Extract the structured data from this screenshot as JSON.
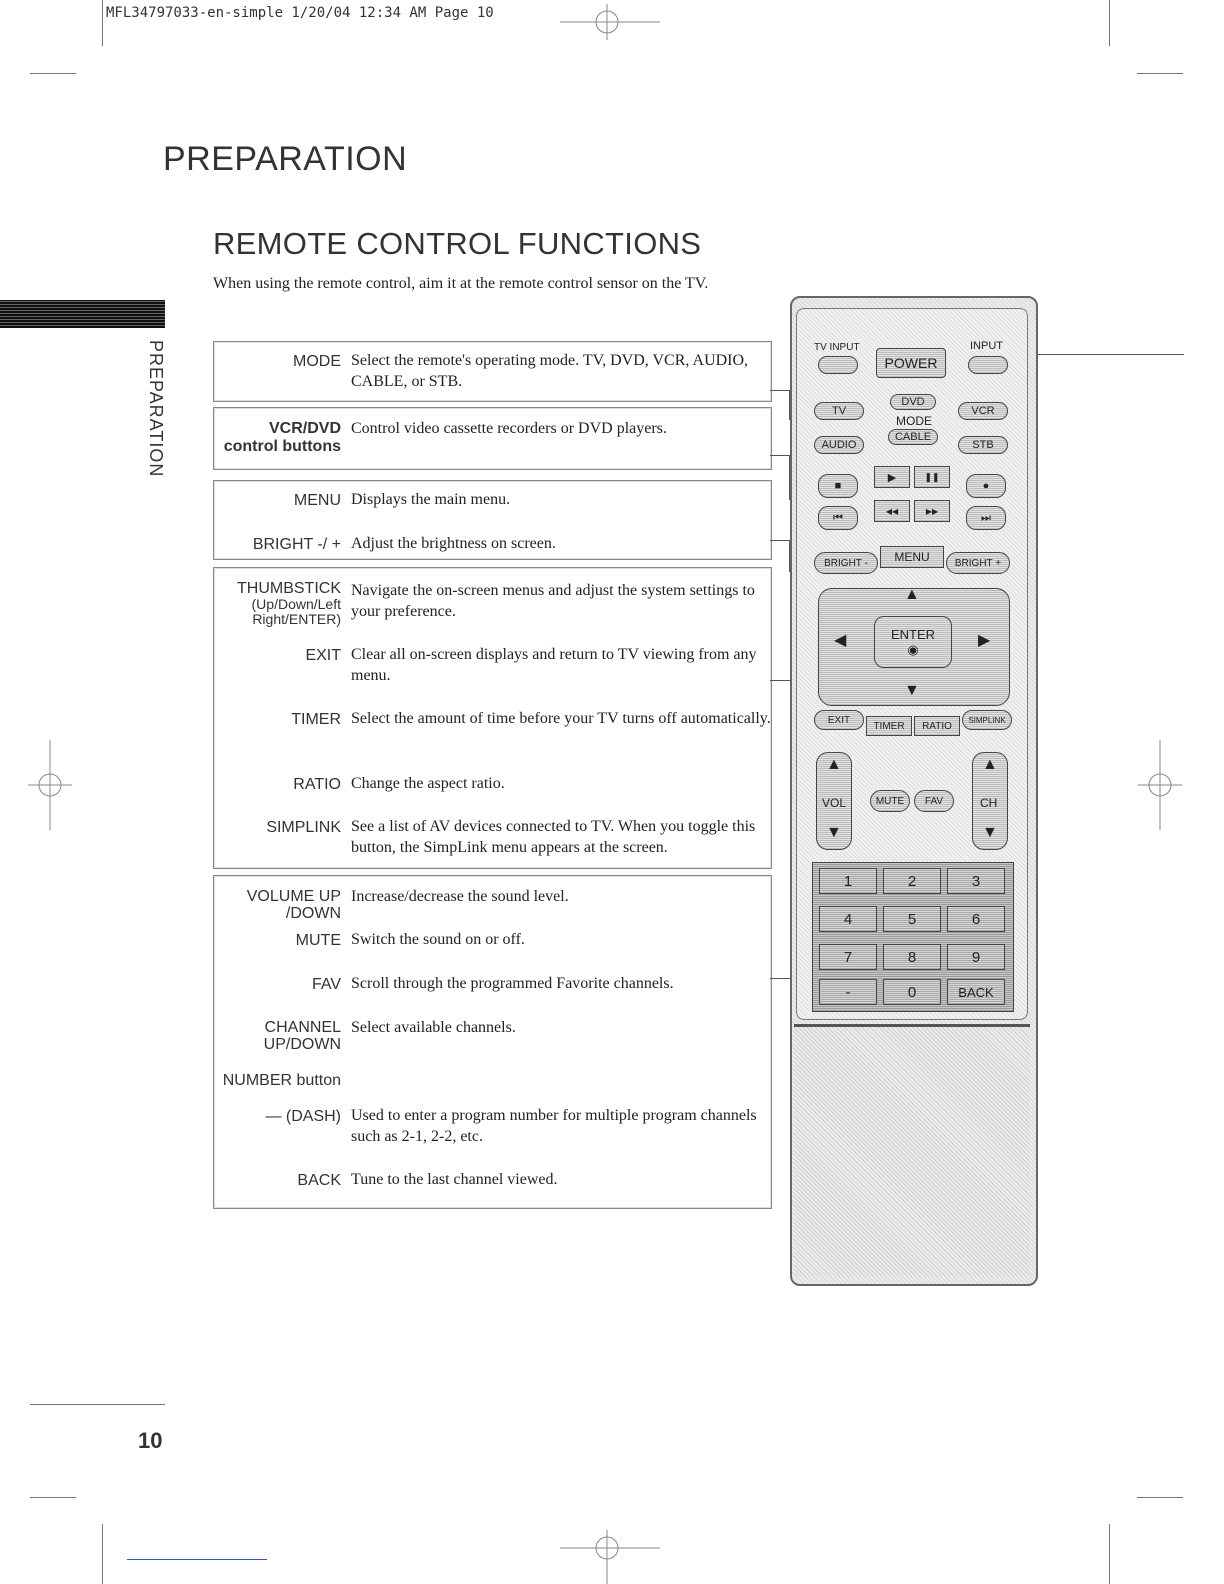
{
  "print_header": "MFL34797033-en-simple  1/20/04  12:34 AM  Page 10",
  "section_title": "PREPARATION",
  "side_label": "PREPARATION",
  "heading": "REMOTE CONTROL FUNCTIONS",
  "intro": "When using the remote control, aim it at the remote control sensor on the TV.",
  "page_number": "10",
  "groups": [
    {
      "rows": [
        {
          "label": "MODE",
          "desc": "Select the remote's operating mode. TV, DVD, VCR, AUDIO, CABLE, or STB."
        }
      ]
    },
    {
      "rows": [
        {
          "label": "VCR/DVD",
          "label2": "control buttons",
          "desc": "Control video cassette recorders or DVD players."
        }
      ]
    },
    {
      "rows": [
        {
          "label": "MENU",
          "desc": "Displays the main menu."
        },
        {
          "label": "BRIGHT -/ +",
          "desc": "Adjust the brightness on screen."
        }
      ]
    },
    {
      "rows": [
        {
          "label": "THUMBSTICK",
          "sub": "(Up/Down/Left",
          "sub2": "Right/ENTER)",
          "desc": "Navigate the on-screen menus and adjust the system settings to your preference."
        },
        {
          "label": "EXIT",
          "desc": "Clear all on-screen displays and return to TV viewing from any menu."
        },
        {
          "label": "TIMER",
          "desc": "Select the amount of time before your TV turns off automatically."
        },
        {
          "label": "RATIO",
          "desc": "Change the aspect ratio."
        },
        {
          "label": "SIMPLINK",
          "desc": "See a list of AV devices connected to TV. When you toggle this button, the SimpLink menu appears at the screen."
        }
      ]
    },
    {
      "rows": [
        {
          "label": "VOLUME UP",
          "label2": "/DOWN",
          "desc": "Increase/decrease the sound level."
        },
        {
          "label": "MUTE",
          "desc": "Switch the sound on or off."
        },
        {
          "label": "FAV",
          "desc": "Scroll through the programmed Favorite channels."
        },
        {
          "label": "CHANNEL",
          "label2": "UP/DOWN",
          "desc": "Select available channels."
        },
        {
          "label": "NUMBER button",
          "desc": ""
        },
        {
          "label": "— (DASH)",
          "desc": "Used to enter a program number for multiple program channels such as 2-1, 2-2, etc."
        },
        {
          "label": "BACK",
          "desc": "Tune to the last channel viewed."
        }
      ]
    }
  ],
  "remote": {
    "tv_input": "TV INPUT",
    "input": "INPUT",
    "power": "POWER",
    "tv": "TV",
    "dvd": "DVD",
    "vcr": "VCR",
    "mode": "MODE",
    "audio": "AUDIO",
    "cable": "CABLE",
    "stb": "STB",
    "stop": "■",
    "play": "▶",
    "pause": "❚❚",
    "rec": "●",
    "prev": "⏮",
    "rew": "◀◀",
    "ff": "▶▶",
    "next": "⏭",
    "bright_minus": "BRIGHT -",
    "menu": "MENU",
    "bright_plus": "BRIGHT +",
    "enter": "ENTER",
    "enter_dot": "◉",
    "up": "▲",
    "down": "▼",
    "left": "◀",
    "right": "▶",
    "exit": "EXIT",
    "timer": "TIMER",
    "ratio": "RATIO",
    "simplink": "SIMPLINK",
    "vol": "VOL",
    "mute": "MUTE",
    "fav": "FAV",
    "ch": "CH",
    "keys": [
      "1",
      "2",
      "3",
      "4",
      "5",
      "6",
      "7",
      "8",
      "9",
      "-",
      "0",
      "BACK"
    ]
  }
}
